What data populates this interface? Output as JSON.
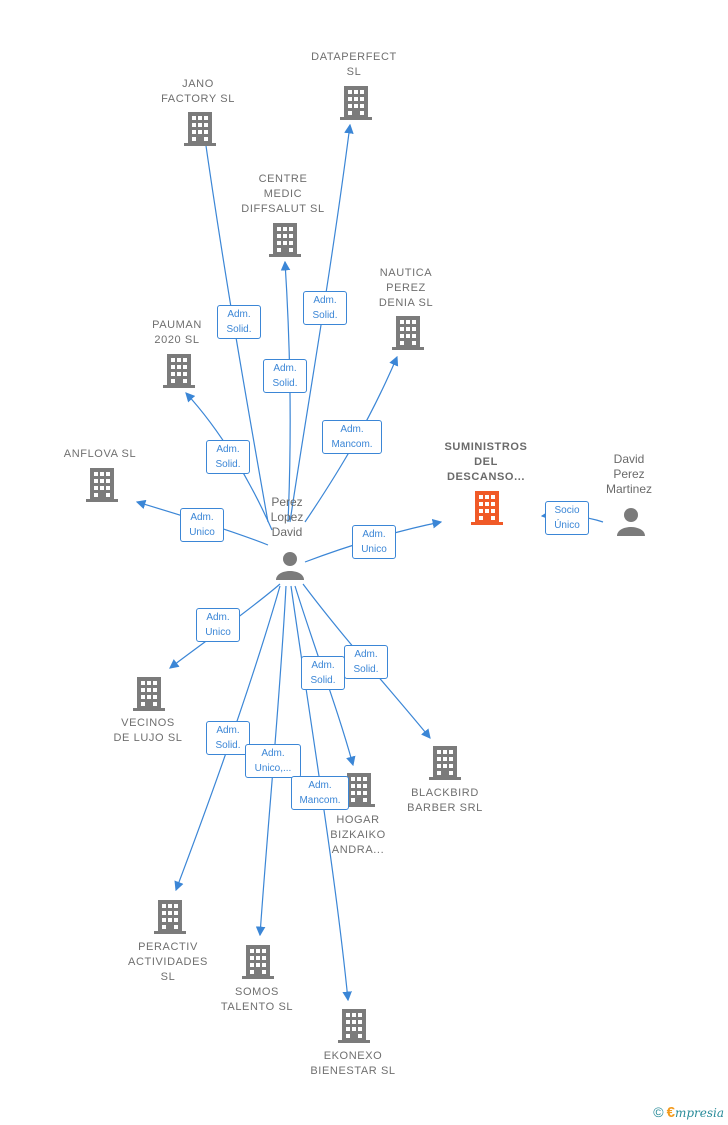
{
  "colors": {
    "edge": "#3b86d6",
    "building": "#7b7b7b",
    "focus_building": "#f05a28",
    "person": "#7b7b7b"
  },
  "companies": {
    "jano": "JANO\nFACTORY  SL",
    "dataperfect": "DATAPERFECT\nSL",
    "centre": "CENTRE\nMEDIC\nDIFFSALUT SL",
    "nautica": "NAUTICA\nPEREZ\nDENIA  SL",
    "pauman": "PAUMAN\n2020  SL",
    "anflova": "ANFLOVA  SL",
    "suministros": "SUMINISTROS\nDEL\nDESCANSO...",
    "vecinos": "VECINOS\nDE LUJO  SL",
    "blackbird": "BLACKBIRD\nBARBER SRL",
    "hogar": "HOGAR\nBIZKAIKO\nANDRA...",
    "peractiv": "PERACTIV\nACTIVIDADES\nSL",
    "somos": "SOMOS\nTALENTO  SL",
    "ekonexo": "EKONEXO\nBIENESTAR  SL"
  },
  "people": {
    "perez_lopez": "Perez\nLopez\nDavid",
    "perez_martinez": "David\nPerez\nMartinez"
  },
  "relations": {
    "jano": "Adm.\nSolid.",
    "dataperfect": "Adm.\nSolid.",
    "centre": "Adm.\nSolid.",
    "nautica": "Adm.\nMancom.",
    "pauman": "Adm.\nSolid.",
    "anflova": "Adm.\nUnico",
    "suministros": "Adm.\nUnico",
    "martinez": "Socio\nÚnico",
    "vecinos": "Adm.\nUnico",
    "blackbird": "Adm.\nSolid.",
    "hogar": "Adm.\nSolid.",
    "peractiv": "Adm.\nSolid.",
    "somos": "Adm.\nUnico,...",
    "ekonexo": "Adm.\nMancom."
  },
  "footer": {
    "copyright": "©",
    "brand_initial": "€",
    "brand_rest": "mpresia"
  }
}
